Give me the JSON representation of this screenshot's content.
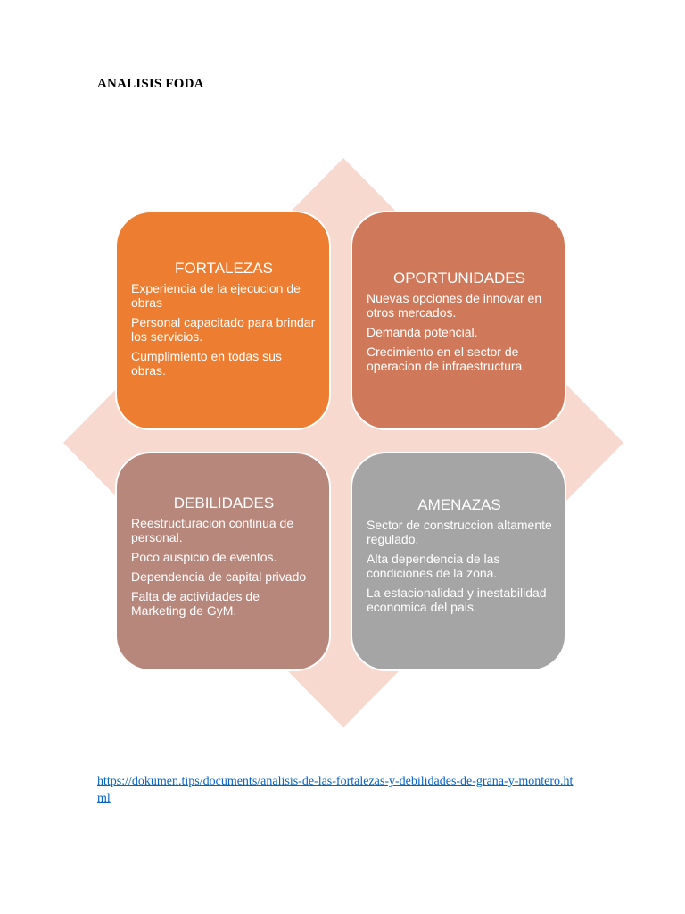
{
  "document": {
    "title": "ANALISIS FODA",
    "source_url": "https://dokumen.tips/documents/analisis-de-las-fortalezas-y-debilidades-de-grana-y-montero.html"
  },
  "quadrants": {
    "fortalezas": {
      "title": "FORTALEZAS",
      "color": "#ed7d31",
      "items": [
        "Experiencia de la ejecucion de obras",
        "Personal capacitado para brindar los servicios.",
        "Cumplimiento en todas sus obras."
      ]
    },
    "oportunidades": {
      "title": "OPORTUNIDADES",
      "color": "#d0795a",
      "items": [
        "Nuevas opciones de innovar en otros mercados.",
        "Demanda potencial.",
        "Crecimiento en el sector de operacion de infraestructura."
      ]
    },
    "debilidades": {
      "title": "DEBILIDADES",
      "color": "#b8877c",
      "items": [
        "Reestructuracion continua de personal.",
        "Poco auspicio de eventos.",
        "Dependencia de capital privado",
        "Falta de actividades de Marketing de GyM."
      ]
    },
    "amenazas": {
      "title": "AMENAZAS",
      "color": "#a5a5a5",
      "items": [
        "Sector de construccion altamente regulado.",
        "Alta dependencia de las condiciones de la zona.",
        "La estacionalidad y inestabilidad economica del pais."
      ]
    }
  },
  "background_shape_color": "#f7d9cf"
}
